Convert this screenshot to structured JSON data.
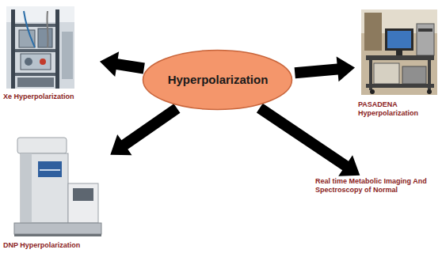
{
  "diagram": {
    "nodes": [
      {
        "text": [
          "Xe Hyperpolarization"
        ]
      },
      {
        "text": [
          "Hyperpolarization"
        ]
      },
      {
        "text": [
          "PASADENA Hyperpolarization"
        ]
      },
      {
        "text": [
          "DNP Hyperpolarization"
        ]
      },
      {
        "text": [
          "Real time Metabolic Imaging And Spectroscopy of Normal"
        ]
      }
    ],
    "edges": [
      {
        "from": 1,
        "to": 0,
        "arrow": "to"
      },
      {
        "from": 1,
        "to": 2,
        "arrow": "to"
      },
      {
        "from": 1,
        "to": 3,
        "arrow": "to"
      },
      {
        "from": 1,
        "to": 4,
        "arrow": "to"
      }
    ]
  }
}
